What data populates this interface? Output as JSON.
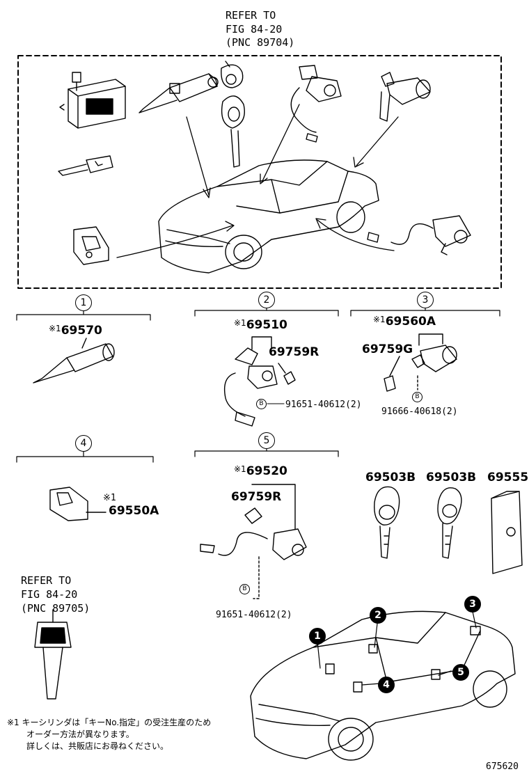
{
  "refer_top": {
    "line1": "REFER TO",
    "line2": "FIG 84-20",
    "line3": "(PNC 89704)"
  },
  "refer_bottom": {
    "line1": "REFER TO",
    "line2": "FIG 84-20",
    "line3": "(PNC 89705)"
  },
  "groups": [
    {
      "number": "1",
      "part": "69570",
      "mark": "※1"
    },
    {
      "number": "2",
      "part": "69510",
      "mark": "※1",
      "sub_part": "69759R",
      "bolt": "91651-40612(2)"
    },
    {
      "number": "3",
      "part": "69560A",
      "mark": "※1",
      "sub_part": "69759G",
      "bolt": "91666-40618(2)"
    },
    {
      "number": "4",
      "part": "69550A",
      "mark": "※1"
    },
    {
      "number": "5",
      "part": "69520",
      "mark": "※1",
      "sub_part": "69759R",
      "bolt": "91651-40612(2)"
    }
  ],
  "keys": {
    "key1": "69503B",
    "key2": "69503B",
    "case": "69555"
  },
  "bolt_symbol": "B",
  "footnote": {
    "line1": "※1 キーシリンダは「キーNo.指定」の受注生産のため",
    "line2": "オーダー方法が異なります。",
    "line3": "詳しくは、共販店にお尋ねください。"
  },
  "diagram_id": "675620",
  "colors": {
    "ink": "#000000",
    "paper": "#ffffff"
  }
}
